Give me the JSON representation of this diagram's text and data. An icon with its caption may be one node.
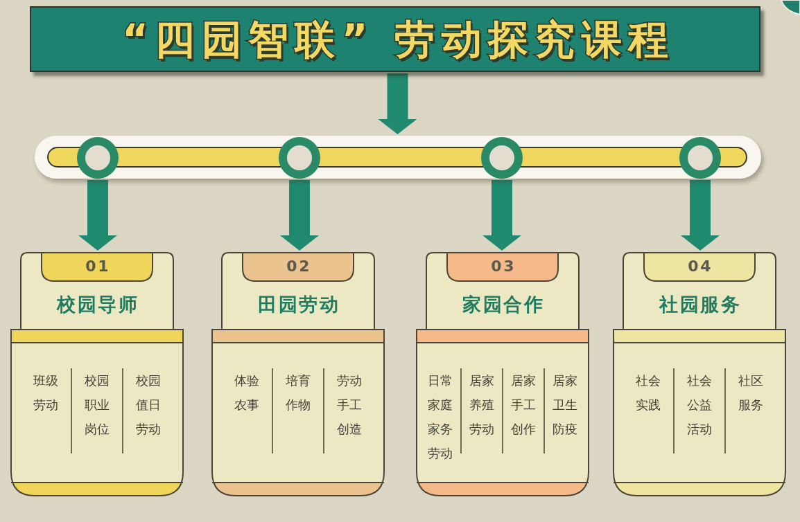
{
  "diagram": {
    "nodes": [
      {
        "text": [
          "“四园智联” 劳动探究课程"
        ]
      },
      {
        "text": [],
        "shape": "bar"
      },
      {
        "text": [],
        "shape": "circle",
        "in": 1
      },
      {
        "text": [],
        "shape": "circle",
        "in": 1
      },
      {
        "text": [],
        "shape": "circle",
        "in": 1
      },
      {
        "text": [],
        "shape": "circle",
        "in": 1
      },
      {
        "text": [
          "01",
          "校园导师",
          "班级劳动",
          "校园职业岗位",
          "校园值日劳动"
        ]
      },
      {
        "text": [
          "02",
          "田园劳动",
          "体验农事",
          "培育作物",
          "劳动手工创造"
        ]
      },
      {
        "text": [
          "03",
          "家园合作",
          "日常家庭家务劳动",
          "居家养殖劳动",
          "居家手工创作",
          "居家卫生防疫"
        ]
      },
      {
        "text": [
          "04",
          "社园服务",
          "社会实践",
          "社会公益活动",
          "社区服务"
        ]
      }
    ],
    "edges": [
      {
        "from": 0,
        "to": 1,
        "arrow": "to"
      },
      {
        "from": 2,
        "to": 6,
        "arrow": "to"
      },
      {
        "from": 3,
        "to": 7,
        "arrow": "to"
      },
      {
        "from": 4,
        "to": 8,
        "arrow": "to"
      },
      {
        "from": 5,
        "to": 9,
        "arrow": "to"
      }
    ]
  }
}
